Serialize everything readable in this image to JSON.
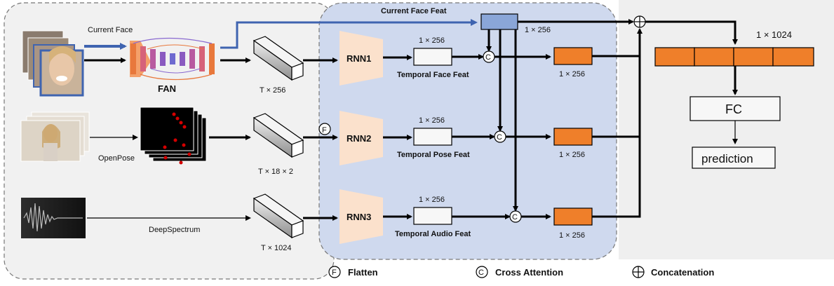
{
  "labels": {
    "current_face": "Current Face",
    "current_face_feat": "Current Face Feat",
    "fan": "FAN",
    "openpose": "OpenPose",
    "deepspectrum": "DeepSpectrum",
    "shape_face": "T × 256",
    "shape_pose": "T × 18 × 2",
    "shape_audio": "T × 1024",
    "rnn1": "RNN1",
    "rnn2": "RNN2",
    "rnn3": "RNN3",
    "dim_256_a": "1 × 256",
    "dim_256_b": "1 × 256",
    "dim_256_c": "1 × 256",
    "dim_256_feat": "1 × 256",
    "dim_256_out1": "1 × 256",
    "dim_256_out2": "1 × 256",
    "dim_256_out3": "1 × 256",
    "temporal_face": "Temporal Face Feat",
    "temporal_pose": "Temporal Pose Feat",
    "temporal_audio": "Temporal Audio Feat",
    "dim_1024": "1 × 1024",
    "fc": "FC",
    "prediction": "prediction",
    "f_symbol": "F",
    "c_symbol": "C"
  },
  "legend": {
    "flatten": "Flatten",
    "cross_attention": "Cross Attention",
    "concatenation": "Concatenation"
  },
  "colors": {
    "blue_panel": "#cfd9ee",
    "gray_panel": "#efefef",
    "orange": "#ef7f2a",
    "rnn_fill": "#fbe1cc",
    "feat_blue": "#8aa6d8",
    "arrow_blue": "#3f64b0"
  }
}
